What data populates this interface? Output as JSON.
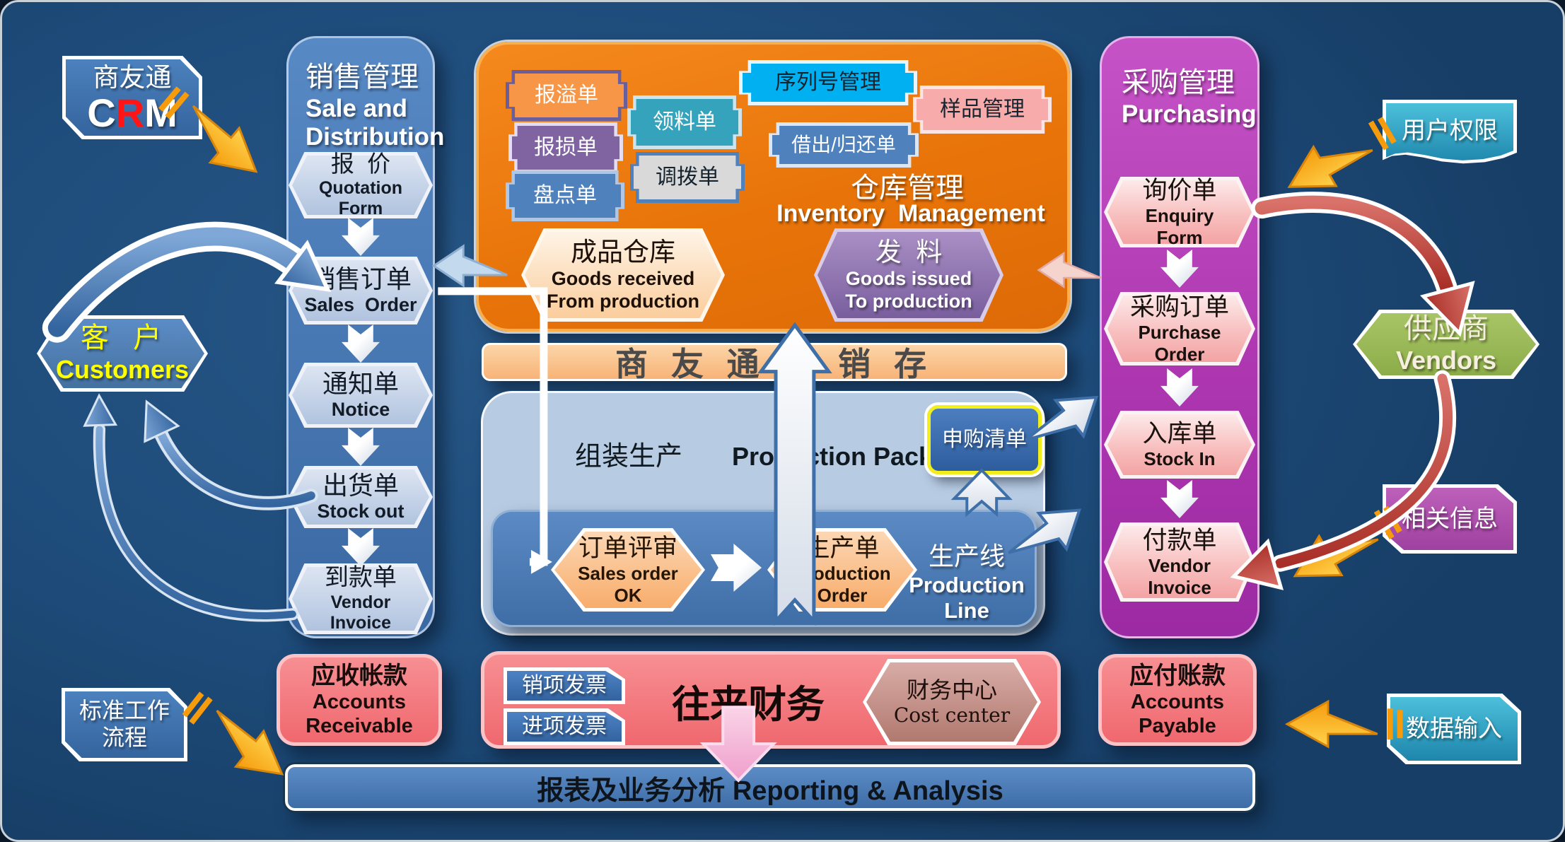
{
  "colors": {
    "background": "#1E4C7B",
    "sales_column": "#4A7EBB",
    "purchasing_column": "#B83DBD",
    "inventory_box": "#E8740E",
    "banner_fill": "#FAC090",
    "finance_panel": "#F4797D",
    "reporting_bar": "#4F81BD",
    "vendors_green": "#9BBB59",
    "teal_box": "#2FA8CE",
    "magenta_box": "#B052AE",
    "accent_yellow": "#FFFF00",
    "crm_r_red": "#FF1515"
  },
  "crm": {
    "line1": "商友通",
    "c": "C",
    "r": "R",
    "m": "M"
  },
  "sales_column": {
    "title_cn": "销售管理",
    "title_en1": "Sale and",
    "title_en2": "Distribution",
    "items": [
      {
        "cn": "报  价",
        "en1": "Quotation",
        "en2": "Form"
      },
      {
        "cn": "销售订单",
        "en1": "Sales  Order",
        "en2": ""
      },
      {
        "cn": "通知单",
        "en1": "Notice",
        "en2": ""
      },
      {
        "cn": "出货单",
        "en1": "Stock out",
        "en2": ""
      },
      {
        "cn": "到款单",
        "en1": "Vendor",
        "en2": "Invoice"
      }
    ]
  },
  "customers": {
    "cn": "客  户",
    "en": "Customers"
  },
  "inventory": {
    "title_cn": "仓库管理",
    "title_en": "Inventory  Management",
    "tags": [
      {
        "label": "报溢单",
        "fill": "#F79646",
        "text_color": "#FFFFFF",
        "border": "#6A5E9C"
      },
      {
        "label": "领料单",
        "fill": "#35A3BC",
        "text_color": "#FFFFFF",
        "border": "#CDE4EC"
      },
      {
        "label": "序列号管理",
        "fill": "#00B0F0",
        "text_color": "#16242F",
        "border": "#E8F4FB"
      },
      {
        "label": "样品管理",
        "fill": "#F7ABAB",
        "text_color": "#16242F",
        "border": "#FDE4E4"
      },
      {
        "label": "报损单",
        "fill": "#8064A2",
        "text_color": "#FFFFFF",
        "border": "#E4DCF0"
      },
      {
        "label": "借出/归还单",
        "fill": "#4F81BD",
        "text_color": "#FFFFFF",
        "border": "#DCE6F2"
      },
      {
        "label": "调拨单",
        "fill": "#D9D9D9",
        "text_color": "#16242F",
        "border": "#4F81BD"
      },
      {
        "label": "盘点单",
        "fill": "#4F81BD",
        "text_color": "#FFFFFF",
        "border": "#AFC7E4"
      }
    ],
    "goods_received": {
      "cn": "成品仓库",
      "en1": "Goods received",
      "en2": "From production"
    },
    "goods_issued": {
      "cn": "发  料",
      "en1": "Goods issued",
      "en2": "To production"
    }
  },
  "banner": {
    "text": "商 友 通 进 销 存"
  },
  "production": {
    "title_cn": "组装生产",
    "title_en": "Production Pack",
    "request": "申购清单",
    "review": {
      "cn": "订单评审",
      "en1": "Sales order",
      "en2": "OK"
    },
    "order": {
      "cn": "生产单",
      "en1": "Production",
      "en2": "Order"
    },
    "line_cn": "生产线",
    "line_en": "Production Line"
  },
  "purchasing_column": {
    "title_cn": "采购管理",
    "title_en": "Purchasing",
    "items": [
      {
        "cn": "询价单",
        "en1": "Enquiry",
        "en2": "Form"
      },
      {
        "cn": "采购订单",
        "en1": "Purchase",
        "en2": "Order"
      },
      {
        "cn": "入库单",
        "en1": "Stock In",
        "en2": ""
      },
      {
        "cn": "付款单",
        "en1": "Vendor",
        "en2": "Invoice"
      }
    ]
  },
  "right_side": {
    "user_rights": "用户权限",
    "vendors_cn": "供应商",
    "vendors_en": "Vendors",
    "related_info": "相关信息",
    "data_input": "数据输入"
  },
  "bottom": {
    "workflow1": "标准工作",
    "workflow2": "流程",
    "accounts_receivable": {
      "cn": "应收帐款",
      "en1": "Accounts",
      "en2": "Receivable"
    },
    "sales_invoice": "销项发票",
    "purchase_invoice": "进项发票",
    "finance_title": "往来财务",
    "cost_center": {
      "cn": "财务中心",
      "en": "Cost center"
    },
    "accounts_payable": {
      "cn": "应付账款",
      "en1": "Accounts",
      "en2": "Payable"
    },
    "reporting": "报表及业务分析 Reporting & Analysis"
  }
}
